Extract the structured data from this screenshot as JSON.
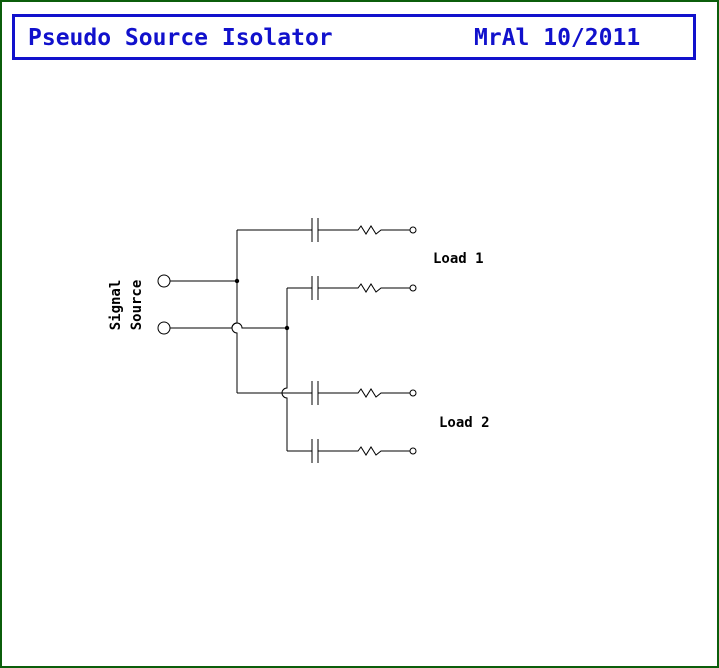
{
  "title": {
    "left": "Pseudo Source Isolator",
    "right": "MrAl 10/2011"
  },
  "labels": {
    "source_line1": "Signal",
    "source_line2": "Source",
    "load1": "Load 1",
    "load2": "Load 2"
  },
  "colors": {
    "title": "#1111cc",
    "frame": "#0b5e0b",
    "wire": "#000000"
  }
}
